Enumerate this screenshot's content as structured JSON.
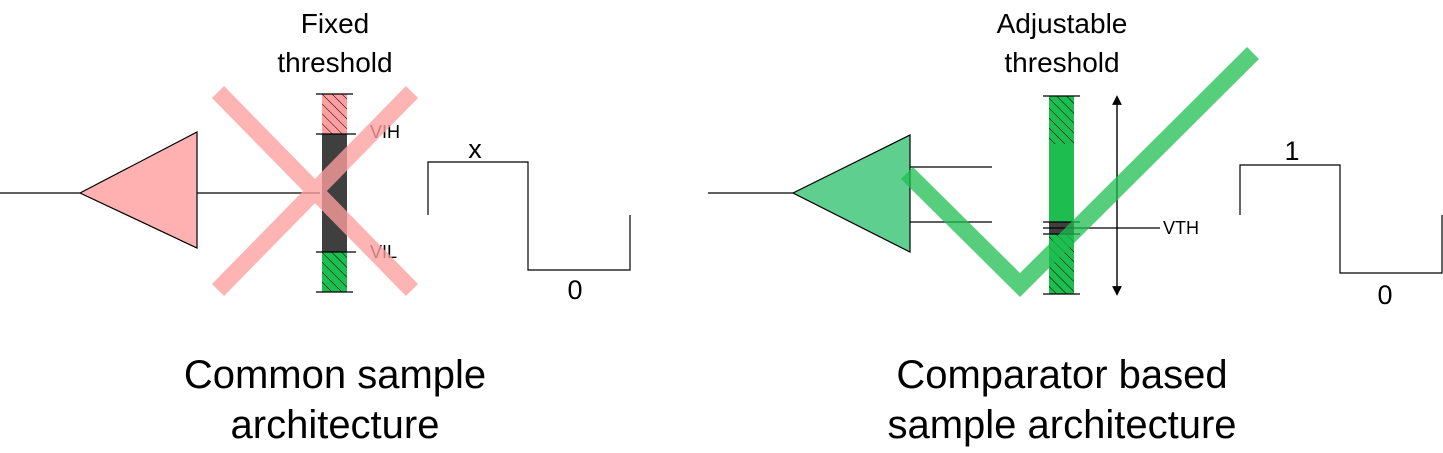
{
  "colors": {
    "red": "#ff9f9f",
    "red_light": "#ffb1b1",
    "green": "#1ebd50",
    "green_light": "#5fcf8f",
    "dark": "#3f3f3f"
  },
  "icons": {
    "left_mark": "cross-mark-icon",
    "right_mark": "check-mark-icon"
  },
  "left": {
    "header": [
      "Fixed",
      "threshold"
    ],
    "vih_label": "VIH",
    "vil_label": "VIL",
    "wave_high_label": "x",
    "wave_low_label": "0",
    "caption": [
      "Common sample",
      "architecture"
    ]
  },
  "right": {
    "header": [
      "Adjustable",
      "threshold"
    ],
    "vth_label": "VTH",
    "wave_high_label": "1",
    "wave_low_label": "0",
    "caption": [
      "Comparator based",
      "sample architecture"
    ]
  }
}
